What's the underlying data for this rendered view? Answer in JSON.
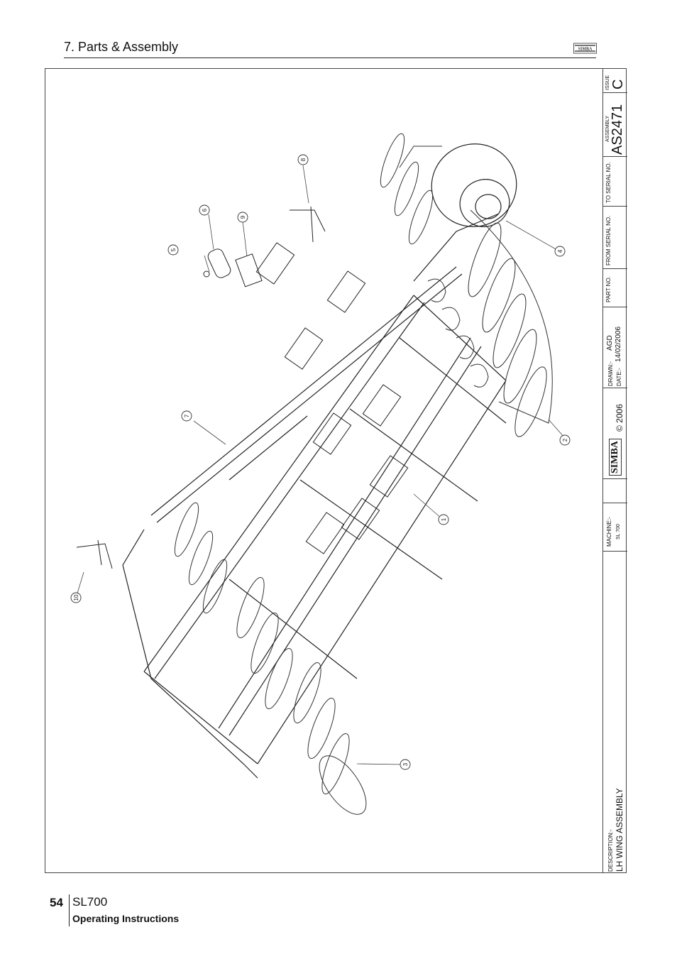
{
  "header": {
    "section_title": "7. Parts & Assembly",
    "logo_text": "SIMBA"
  },
  "title_block": {
    "issue_label": "ISSUE",
    "issue_value": "C",
    "assembly_label": "ASSEMBLY",
    "assembly_value": "AS2471",
    "to_serial_label": "TO SERIAL NO.",
    "from_serial_label": "FROM SERIAL NO.",
    "part_no_label": "PART NO.",
    "drawn_label": "DRAWN:-",
    "drawn_value": "AGD",
    "date_label": "DATE:-",
    "date_value": "14/02/2006",
    "copyright": "© 2006",
    "brand": "SIMBA",
    "machine_label": "MACHINE:-",
    "machine_value": "SL 700",
    "description_label": "DESCRIPTION:-",
    "description_value": "LH WING ASSEMBLY"
  },
  "callouts": [
    "1",
    "2",
    "3",
    "4",
    "5",
    "6",
    "7",
    "8",
    "9",
    "10"
  ],
  "footer": {
    "page_number": "54",
    "model": "SL700",
    "doc_type": "Operating Instructions"
  },
  "colors": {
    "line": "#222222"
  }
}
